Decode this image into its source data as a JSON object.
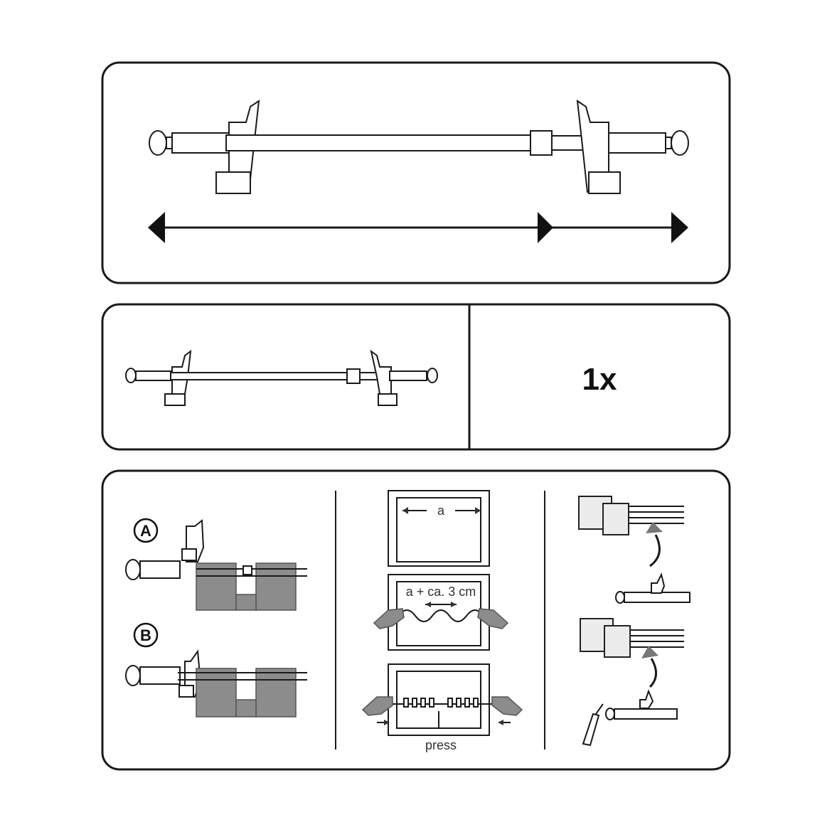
{
  "panel_product": {},
  "panel_contents": {
    "quantity": "1x"
  },
  "panel_instructions": {
    "option_a": "A",
    "option_b": "B",
    "measure_label": "a",
    "stretch_label": "a + ca. 3 cm",
    "press_label": "press"
  }
}
